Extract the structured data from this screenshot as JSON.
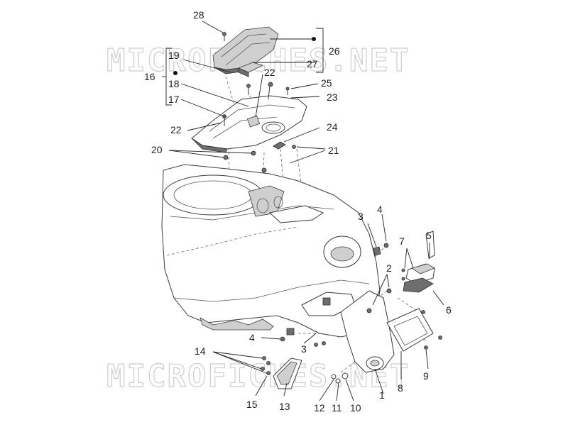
{
  "watermark": "MICROFICHES.NET",
  "callouts": {
    "c1": "1",
    "c2": "2",
    "c3a": "3",
    "c3b": "3",
    "c4a": "4",
    "c4b": "4",
    "c5": "5",
    "c6": "6",
    "c7": "7",
    "c8": "8",
    "c9": "9",
    "c10": "10",
    "c11": "11",
    "c12": "12",
    "c13": "13",
    "c14": "14",
    "c15": "15",
    "c16": "16",
    "c17": "17",
    "c18": "18",
    "c19": "19",
    "c20": "20",
    "c21": "21",
    "c22a": "22",
    "c22b": "22",
    "c23": "23",
    "c24": "24",
    "c25": "25",
    "c26": "26",
    "c27": "27",
    "c28": "28"
  }
}
